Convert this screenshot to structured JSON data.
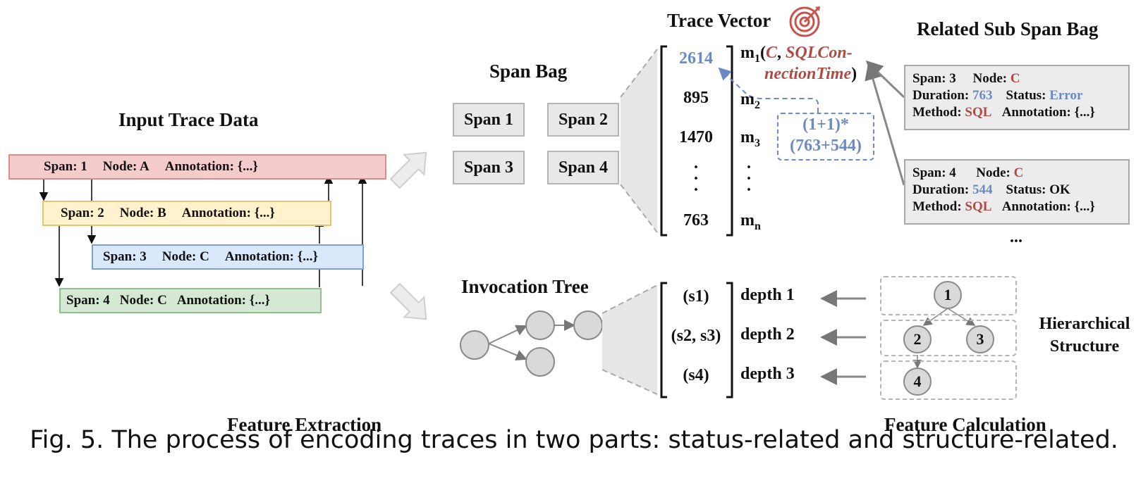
{
  "input_title": "Input Trace Data",
  "spans": [
    {
      "span": "Span: 1",
      "node": "Node: A",
      "annotation": "Annotation: {...}"
    },
    {
      "span": "Span: 2",
      "node": "Node: B",
      "annotation": "Annotation: {...}"
    },
    {
      "span": "Span: 3",
      "node": "Node: C",
      "annotation": "Annotation: {...}"
    },
    {
      "span": "Span: 4",
      "node": "Node: C",
      "annotation": "Annotation: {...}"
    }
  ],
  "span_bag": {
    "title": "Span Bag",
    "items": [
      "Span 1",
      "Span 2",
      "Span 3",
      "Span 4"
    ]
  },
  "trace_vector": {
    "title": "Trace Vector",
    "values": [
      "2614",
      "895",
      "1470",
      "763"
    ],
    "labels": [
      "m",
      "m",
      "m",
      "m"
    ],
    "subscripts": [
      "1",
      "2",
      "3",
      "n"
    ],
    "m1_open": "(",
    "m1_node": "C",
    "m1_comma": ", ",
    "m1_metric_a": "SQLCon-",
    "m1_metric_b": "nectionTime",
    "m1_close": ")",
    "formula_a": "(1+1)*",
    "formula_b": "(763+544)"
  },
  "related": {
    "title": "Related Sub Span Bag",
    "cards": [
      {
        "span": "Span: 3",
        "node_label": "Node:",
        "node": "C",
        "duration_label": "Duration:",
        "duration": "763",
        "status_label": "Status:",
        "status": "Error",
        "method_label": "Method:",
        "method": "SQL",
        "annotation": "Annotation: {...}"
      },
      {
        "span": "Span: 4",
        "node_label": "Node:",
        "node": "C",
        "duration_label": "Duration:",
        "duration": "544",
        "status_label": "Status:",
        "status": "OK",
        "method_label": "Method:",
        "method": "SQL",
        "annotation": "Annotation: {...}"
      }
    ],
    "ellipsis": "..."
  },
  "invocation": {
    "title": "Invocation Tree",
    "rows": [
      {
        "set": "(s1)",
        "depth": "depth 1"
      },
      {
        "set": "(s2, s3)",
        "depth": "depth 2"
      },
      {
        "set": "(s4)",
        "depth": "depth 3"
      }
    ]
  },
  "hierarchy": {
    "label_a": "Hierarchical",
    "label_b": "Structure",
    "nodes": [
      "1",
      "2",
      "3",
      "4"
    ]
  },
  "feature_extraction": "Feature Extraction",
  "feature_calculation": "Feature Calculation",
  "caption": "Fig. 5.  The process of encoding traces in two parts: status-related and structure-related.",
  "colors": {
    "span1": "#f4cccc",
    "span2": "#fff2cc",
    "span3": "#dae8fc",
    "span4": "#d5e8d4",
    "accent_red": "#b04a45",
    "accent_blue": "#6b8ac4"
  }
}
